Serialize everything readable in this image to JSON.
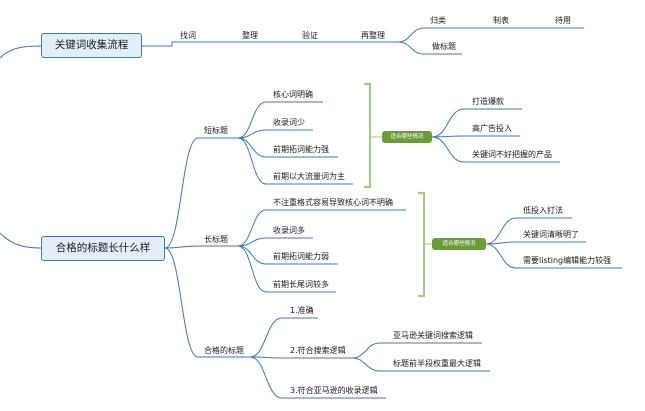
{
  "flow": {
    "title": "关键词收集流程",
    "steps": [
      "找词",
      "整理",
      "验证",
      "再整理"
    ],
    "branch_top": [
      "归类",
      "制表",
      "待用"
    ],
    "branch_bottom": "做标题"
  },
  "main": {
    "title": "合格的标题长什么样",
    "short": {
      "label": "短标题",
      "items": [
        "核心词明确",
        "收录词少",
        "前期拓词能力强",
        "前期以大流量词为主"
      ],
      "tag": "适合哪些情况",
      "results": [
        "打造爆款",
        "高广告投入",
        "关键词不好把握的产品"
      ]
    },
    "long": {
      "label": "长标题",
      "items": [
        "不注重格式容易导致核心词不明确",
        "收录词多",
        "前期拓词能力弱",
        "前期长尾词较多"
      ],
      "tag": "适合哪些情况",
      "results": [
        "低投入打法",
        "关键词清晰明了",
        "需要listing编辑能力较强"
      ]
    },
    "qualified": {
      "label": "合格的标题",
      "items": [
        "1.准确",
        "2.符合搜索逻辑",
        "3.符合亚马逊的收录逻辑"
      ],
      "sub": [
        "亚马逊关键词搜索逻辑",
        "标题前半段权重最大逻辑"
      ]
    }
  },
  "colors": {
    "line": "#3f78b4",
    "box_fill": "#e4eef8",
    "tag": "#6d9b3c",
    "bracket": "#a9c88a"
  }
}
